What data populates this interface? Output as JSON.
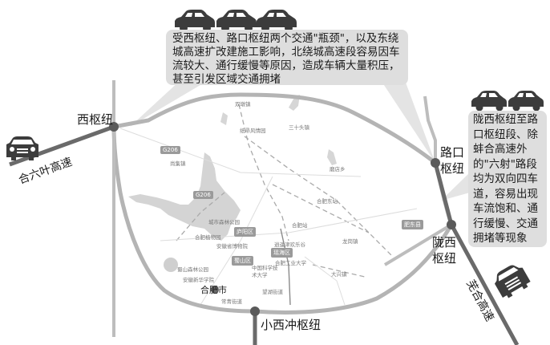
{
  "callouts": {
    "north": {
      "text": "受西枢纽、路口枢纽两个交通\"瓶颈\"，以及东绕城高速扩改建施工影响，北绕城高速段容易因车流较大、通行缓慢等原因，造成车辆大量积压，甚至引发区域交通拥堵",
      "car_icons": 3
    },
    "east": {
      "text": "陇西枢纽至路口枢纽段、除蚌合高速外的\"六射\"路段均为双向四车道，容易出现车流饱和、通行缓慢、交通拥堵等现象",
      "car_icons": 2
    }
  },
  "interchanges": {
    "west": "西枢纽",
    "lukou": "路口枢纽",
    "longxi": "陇西枢纽",
    "xiaoxichong": "小西冲枢纽"
  },
  "highways": {
    "west": "合六叶高速",
    "southeast": "芜合高速"
  },
  "map_places": {
    "shuangdun": "双墩镇",
    "scenic": "纸帚风情园",
    "sanshitou": "三十头镇",
    "shangshu": "尚集镇",
    "mogangxiang": "磨店乡",
    "hefei_east": "合肥东站",
    "hefei_station": "合肥站",
    "forest_park": "城市森林公园",
    "botanical": "合肥植物园",
    "museum": "安徽省博物院",
    "xiaoyaojin": "逍遥津欢乐谷",
    "shushan_forest": "蜀山森林公园",
    "xinhua": "安徽新华学院",
    "hfut": "合肥工业大学",
    "ustc": "中国科学技术大学",
    "hefei_city": "合肥市",
    "changqing": "常青街道",
    "wanghu": "望湖街道",
    "longgang": "龙岗镇",
    "daxing": "大兴镇"
  },
  "districts": {
    "luyang": "庐阳区",
    "yaohai": "瑶海区",
    "shushan": "蜀山区",
    "feidong": "肥东县"
  },
  "road_shields": [
    "G206",
    "G206"
  ],
  "colors": {
    "ring_road": "#b4b4b4",
    "highway": "#6a6a6a",
    "node": "#5a5a5a",
    "bubble": "#dedede",
    "lake": "#d2d2d2",
    "car": "#3c3c3c"
  }
}
